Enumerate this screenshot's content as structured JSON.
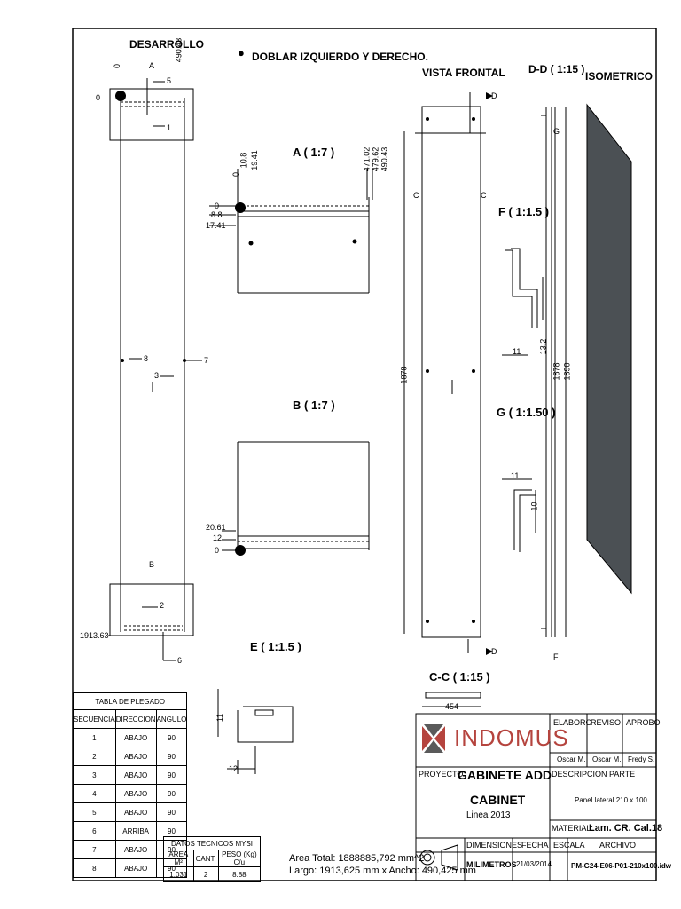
{
  "views": {
    "desarrollo": "DESARROLLO",
    "note": "DOBLAR IZQUIERDO Y DERECHO.",
    "vista_frontal": "VISTA FRONTAL",
    "dd": "D-D ( 1:15 )",
    "isometrico": "ISOMETRICO",
    "a": "A ( 1:7 )",
    "b": "B ( 1:7 )",
    "e": "E ( 1:1.5 )",
    "f": "F ( 1:1.5 )",
    "g": "G ( 1:1.50 )",
    "cc": "C-C ( 1:15 )"
  },
  "dims": {
    "top_left_0": "0",
    "top_0": "0",
    "top_a": "A",
    "top_490": "490.43",
    "n5": "5",
    "n1": "1",
    "n8": "8",
    "n3": "3",
    "n7": "7",
    "b_label": "B",
    "n2": "2",
    "n6": "6",
    "d1913": "1913.63",
    "a_0": "0",
    "a_108": "10.8",
    "a_1941": "19.41",
    "a_47102": "471.02",
    "a_47962": "479.62",
    "a_49043": "490.43",
    "a_left0": "0",
    "a_88": "8.8",
    "a_1741": "17.41",
    "b_2061": "20.61",
    "b_12": "12",
    "b_0": "0",
    "vf_1878": "1878",
    "vf_c_left": "C",
    "vf_c_right": "C",
    "vf_d_top": "D",
    "vf_d_bottom": "D",
    "dd_g_top": "G",
    "dd_1878": "1878",
    "dd_1890": "1890",
    "dd_f": "F",
    "f_11": "11",
    "f_132": "13.2",
    "g_11": "11",
    "g_10": "10",
    "e_11": "11",
    "e_12": "12",
    "cc_454": "454"
  },
  "bend_table": {
    "title": "TABLA DE PLEGADO",
    "headers": [
      "SECUENCIA",
      "DIRECCION",
      "ANGULO"
    ],
    "rows": [
      [
        "1",
        "ABAJO",
        "90"
      ],
      [
        "2",
        "ABAJO",
        "90"
      ],
      [
        "3",
        "ABAJO",
        "90"
      ],
      [
        "4",
        "ABAJO",
        "90"
      ],
      [
        "5",
        "ABAJO",
        "90"
      ],
      [
        "6",
        "ARRIBA",
        "90"
      ],
      [
        "7",
        "ABAJO",
        "90"
      ],
      [
        "8",
        "ABAJO",
        "90"
      ]
    ]
  },
  "tech_data": {
    "title": "DATOS TECNICOS MYSI",
    "headers": [
      "AREA M²",
      "CANT.",
      "PESO (Kg) C/u"
    ],
    "values": [
      "1.031",
      "2",
      "8.88"
    ]
  },
  "area_text": {
    "line1": "Area Total: 1888885,792 mm^2",
    "line2": "Largo: 1913,625 mm x Ancho: 490,425 mm"
  },
  "title_block": {
    "logo": "INDOMUS",
    "elaboro": "ELABORO",
    "reviso": "REVISO",
    "aprobo": "APROBO",
    "elaboro_name": "Oscar M.",
    "reviso_name": "Oscar M.",
    "aprobo_name": "Fredy S.",
    "proyecto_label": "PROYECTO",
    "proyecto_name_1": "GABINETE ADD",
    "proyecto_name_2": "CABINET",
    "proyecto_line": "Linea 2013",
    "descripcion_label": "DESCRIPCION PARTE",
    "descripcion_value": "Panel lateral 210 x 100",
    "material_label": "MATERIAL:",
    "material_value": "Lam. CR. Cal.18",
    "dimensiones": "DIMENSIONES",
    "fecha": "FECHA",
    "escala": "ESCALA",
    "archivo": "ARCHIVO",
    "milimetros": "MILIMETROS",
    "fecha_value": "21/03/2014",
    "archivo_value": "PM-G24-E06-P01-210x100.idw"
  },
  "colors": {
    "logo_red": "#b5443e",
    "logo_dark": "#5a5a5a",
    "iso_panel": "#4b5054"
  }
}
